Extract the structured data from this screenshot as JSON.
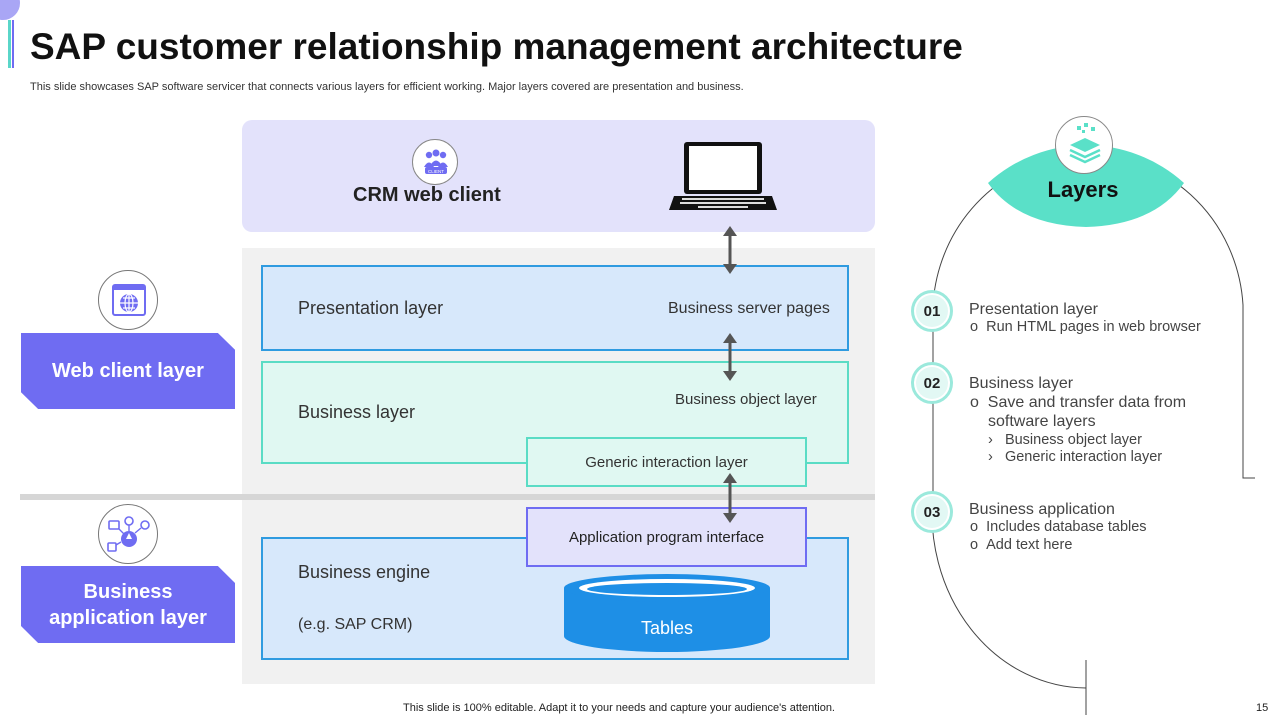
{
  "slide": {
    "title": "SAP customer relationship management architecture",
    "subtitle": "This slide showcases SAP software servicer that connects various layers for efficient working. Major layers covered are presentation and business.",
    "footer": "This slide is 100% editable. Adapt it to your needs and capture your audience's attention.",
    "page_number": "15"
  },
  "diagram": {
    "client": {
      "label": "CRM web client",
      "icon": "client-group-icon",
      "device_icon": "laptop-icon",
      "icon_badge": "CLIENT"
    },
    "presentation": {
      "label": "Presentation layer",
      "right_label": "Business server pages"
    },
    "business": {
      "label": "Business layer",
      "right_label": "Business object layer",
      "inner_label": "Generic interaction layer"
    },
    "api": {
      "label": "Application program interface"
    },
    "engine": {
      "label": "Business engine",
      "example": "(e.g. SAP CRM)",
      "tables": "Tables"
    },
    "side": {
      "web_client": {
        "label": "Web client layer",
        "icon": "globe-window-icon"
      },
      "business_app": {
        "label": "Business application layer",
        "icon": "app-network-icon"
      }
    },
    "colors": {
      "purple": "#6f6cf2",
      "teal": "#5adcc5",
      "blue": "#2f9be0",
      "light_purple": "#e3e2fb",
      "light_blue": "#d7e8fb",
      "light_teal": "#e0f8f2"
    }
  },
  "layers_panel": {
    "title": "Layers",
    "icon": "stacked-layers-icon",
    "items": [
      {
        "number": "01",
        "title": "Presentation layer",
        "bullets": [
          "Run HTML pages in web browser"
        ],
        "sub_bullets": []
      },
      {
        "number": "02",
        "title": "Business layer",
        "bullets": [
          "Save and transfer data from",
          "software layers"
        ],
        "sub_bullets": [
          "Business object layer",
          "Generic interaction layer"
        ]
      },
      {
        "number": "03",
        "title": "Business application",
        "bullets": [
          "Includes database tables",
          "Add text here"
        ],
        "sub_bullets": []
      }
    ],
    "bullet_glyph": "o",
    "sub_bullet_glyph": "›"
  }
}
